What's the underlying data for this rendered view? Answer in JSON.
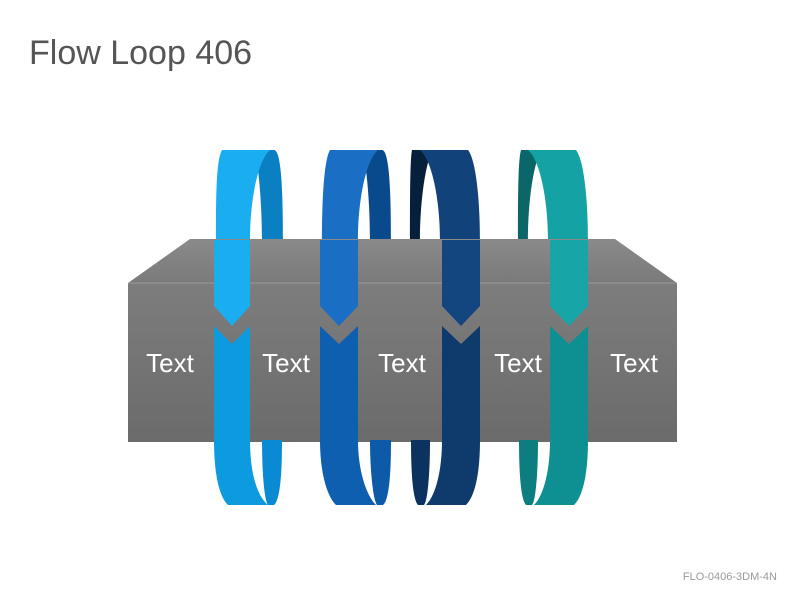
{
  "title": "Flow Loop 406",
  "footer_code": "FLO-0406-3DM-4N",
  "box_labels": [
    "Text",
    "Text",
    "Text",
    "Text",
    "Text"
  ],
  "loops": [
    {
      "name": "loop-1",
      "light": "#1aaef0",
      "mid": "#0d9be0",
      "dark": "#0a7fc2"
    },
    {
      "name": "loop-2",
      "light": "#1a74cc",
      "mid": "#0e5fb0",
      "dark": "#084a8c"
    },
    {
      "name": "loop-3",
      "light": "#13457e",
      "mid": "#0f3a6c",
      "dark": "#082646"
    },
    {
      "name": "loop-4",
      "light": "#17a5a8",
      "mid": "#0e9092",
      "dark": "#0a6668"
    }
  ]
}
